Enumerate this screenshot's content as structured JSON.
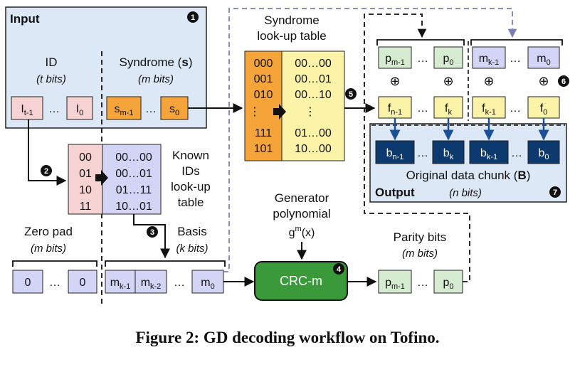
{
  "input_panel": {
    "title": "Input",
    "step": "1",
    "id_label": "ID",
    "id_bits": "(t bits)",
    "syn_label_a": "Syndrome (",
    "syn_label_b": "s",
    "syn_label_c": ")",
    "syn_bits": "(m bits)",
    "id_cells": [
      {
        "base": "I",
        "sub": "t-1"
      },
      {
        "base": "I",
        "sub": "0"
      }
    ],
    "syn_cells": [
      {
        "base": "s",
        "sub": "m-1"
      },
      {
        "base": "s",
        "sub": "0"
      }
    ],
    "ellipsis": "…"
  },
  "known_ids": {
    "title_lines": [
      "Known",
      "IDs",
      "look-up",
      "table"
    ],
    "keys": [
      "00",
      "01",
      "10",
      "11"
    ],
    "values": [
      "00…00",
      "00…01",
      "01…11",
      "10…01"
    ]
  },
  "syndrome_table": {
    "title_lines": [
      "Syndrome",
      "look-up table"
    ],
    "keys": [
      "000",
      "001",
      "010",
      "⋮",
      "111",
      "101"
    ],
    "values": [
      "00…00",
      "00…01",
      "00…10",
      "⋮",
      "01…00",
      "10…00"
    ]
  },
  "steps": {
    "s2": "2",
    "s3": "3",
    "s4": "4",
    "s5": "5",
    "s6": "6",
    "s7": "7"
  },
  "zero_pad": {
    "label": "Zero pad",
    "bits": "(m bits)",
    "cells": [
      "0",
      "0"
    ]
  },
  "basis": {
    "label": "Basis",
    "bits": "(k bits)",
    "cells": [
      {
        "base": "m",
        "sub": "k-1"
      },
      {
        "base": "m",
        "sub": "k-2"
      },
      {
        "base": "m",
        "sub": "0"
      }
    ]
  },
  "generator": {
    "title_lines": [
      "Generator",
      "polynomial"
    ],
    "g_base": "g",
    "g_sup": "m",
    "g_arg": "(x)"
  },
  "crc": {
    "label": "CRC-m"
  },
  "parity": {
    "label": "Parity bits",
    "bits": "(m bits)",
    "cells": [
      {
        "base": "p",
        "sub": "m-1"
      },
      {
        "base": "p",
        "sub": "0"
      }
    ]
  },
  "xor_section": {
    "p_cells": [
      {
        "base": "p",
        "sub": "m-1"
      },
      {
        "base": "p",
        "sub": "0"
      }
    ],
    "m_cells": [
      {
        "base": "m",
        "sub": "k-1"
      },
      {
        "base": "m",
        "sub": "0"
      }
    ],
    "f_cells": [
      {
        "base": "f",
        "sub": "n-1"
      },
      {
        "base": "f",
        "sub": "k"
      },
      {
        "base": "f",
        "sub": "k-1"
      },
      {
        "base": "f",
        "sub": "0"
      }
    ],
    "xor_symbol": "⊕"
  },
  "output": {
    "b_cells": [
      {
        "base": "b",
        "sub": "n-1"
      },
      {
        "base": "b",
        "sub": "k"
      },
      {
        "base": "b",
        "sub": "k-1"
      },
      {
        "base": "b",
        "sub": "0"
      }
    ],
    "chunk_label_a": "Original data chunk (",
    "chunk_label_b": "B",
    "chunk_label_c": ")",
    "title": "Output",
    "bits": "(n bits)"
  },
  "caption": "Figure 2: GD decoding workflow on Tofino.",
  "colors": {
    "input_bg": "#dde8f7",
    "id_cell": "#f7d2d2",
    "syn_cell": "#f5a43a",
    "table_key_pink": "#f7d2d2",
    "table_val_lavender": "#d4d4f7",
    "syn_key_orange": "#f5a43a",
    "syn_val_yellow": "#fbf3a8",
    "zero_cell": "#d4d4f7",
    "basis_cell": "#d4d4f7",
    "crc_green": "#3a9a3a",
    "parity_cell": "#d6ecd0",
    "f_cell": "#fbf3a8",
    "b_cell": "#0d3a6e",
    "blue_arrow": "#1a4f99",
    "dashed_gray": "#7a7fb5"
  }
}
